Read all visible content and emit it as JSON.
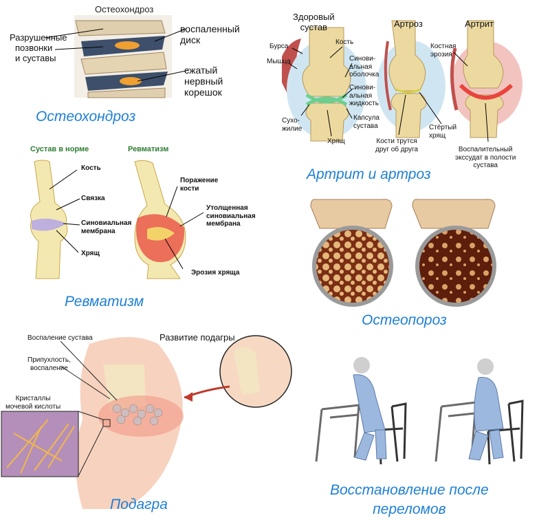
{
  "panels": {
    "osteochondrosis": {
      "title": "Остеохондроз",
      "label_destroyed": [
        "Разрушенные",
        "позвонки",
        "и суставы"
      ],
      "label_disc": [
        "воспаленный",
        "диск"
      ],
      "label_nerve": [
        "сжатый",
        "нервный",
        "корешок"
      ],
      "caption": "Остеохондроз"
    },
    "arthritis": {
      "col_healthy": [
        "Здоровый",
        "сустав"
      ],
      "col_arthrosis": "Артроз",
      "col_arthritis": "Артрит",
      "bursa": "Бурса",
      "muscle": "Мышца",
      "bone": "Кость",
      "synovial_membrane": [
        "Синови-",
        "альная",
        "оболочка"
      ],
      "synovial_fluid": [
        "Синови-",
        "альная",
        "жидкость"
      ],
      "tendon": [
        "Сухо-",
        "жилие"
      ],
      "capsule": [
        "Капсула",
        "сустава"
      ],
      "cartilage": "Хрящ",
      "bones_rub": [
        "Кости трутся",
        "друг об друга"
      ],
      "worn_cartilage": [
        "Стёртый",
        "хрящ"
      ],
      "bone_erosion": [
        "Костная",
        "эрозия"
      ],
      "inflammatory_exudate": [
        "Воспалительный",
        "экссудат в полости",
        "сустава"
      ],
      "caption": "Артрит и артроз"
    },
    "rheumatism": {
      "normal": "Сустав в норме",
      "rheum": "Ревматизм",
      "bone": "Кость",
      "ligament": "Связка",
      "synovial": [
        "Синовиальная",
        "мембрана"
      ],
      "cartilage": "Хрящ",
      "bone_damage": [
        "Поражение",
        "кости"
      ],
      "thick_synovial": [
        "Утолщенная",
        "синовиальная",
        "мембрана"
      ],
      "cartilage_erosion": "Эрозия хряща",
      "caption": "Ревматизм"
    },
    "osteoporosis": {
      "caption": "Остеопороз"
    },
    "gout": {
      "inflammation": "Воспаление сустава",
      "swelling": [
        "Припухлость,",
        "воспаление"
      ],
      "crystals": [
        "Кристаллы",
        "мочевой кислоты"
      ],
      "development": "Развитие подагры",
      "caption": "Подагра"
    },
    "recovery": {
      "caption": [
        "Восстановление после",
        "переломов"
      ]
    }
  },
  "colors": {
    "caption": "#1e7fd6",
    "bone": "#ecd9a0",
    "cartilage": "#6ccf8f",
    "inflamed": "#e8453c",
    "uniform": "#9db8de"
  }
}
